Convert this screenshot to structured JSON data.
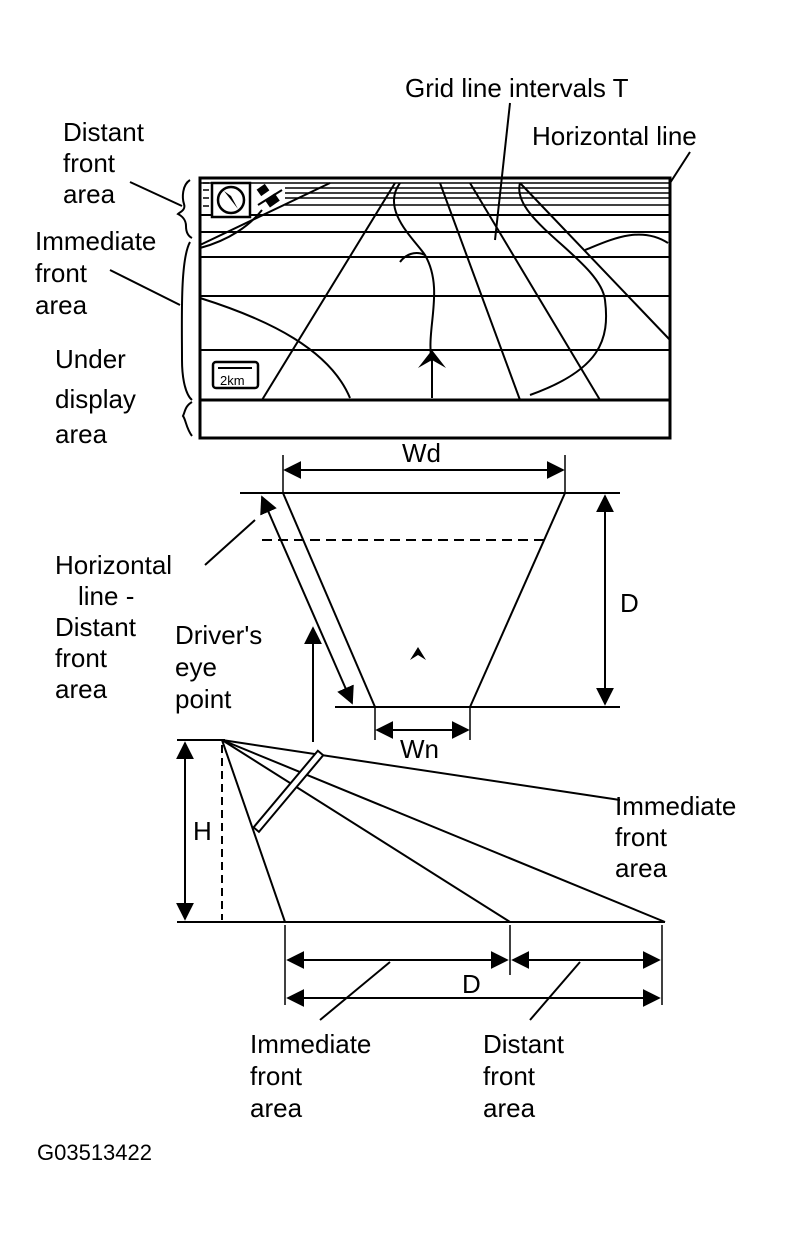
{
  "labels": {
    "grid_line_intervals": "Grid line intervals T",
    "horizontal_line": "Horizontal line",
    "distant_front_area_top": [
      "Distant",
      "front",
      "area"
    ],
    "immediate_front_area_top": [
      "Immediate",
      "front",
      "area"
    ],
    "under_display_area": [
      "Under",
      "display",
      "area"
    ],
    "scale_badge": "2km",
    "wd": "Wd",
    "d_mid": "D",
    "wn": "Wn",
    "horizontal_line_distant": [
      "Horizontal",
      "line -",
      "Distant",
      "front",
      "area"
    ],
    "drivers_eye_point": [
      "Driver's",
      "eye",
      "point"
    ],
    "h": "H",
    "immediate_front_area_right": [
      "Immediate",
      "front",
      "area"
    ],
    "d_bottom": "D",
    "immediate_front_area_bottom": [
      "Immediate",
      "front",
      "area"
    ],
    "distant_front_area_bottom": [
      "Distant",
      "front",
      "area"
    ],
    "figure_code": "G03513422"
  },
  "icons": {
    "compass": "compass-icon",
    "gps": "satellite-icon",
    "vehicle": "vehicle-arrow-icon",
    "scale": "scale-bar-icon"
  }
}
